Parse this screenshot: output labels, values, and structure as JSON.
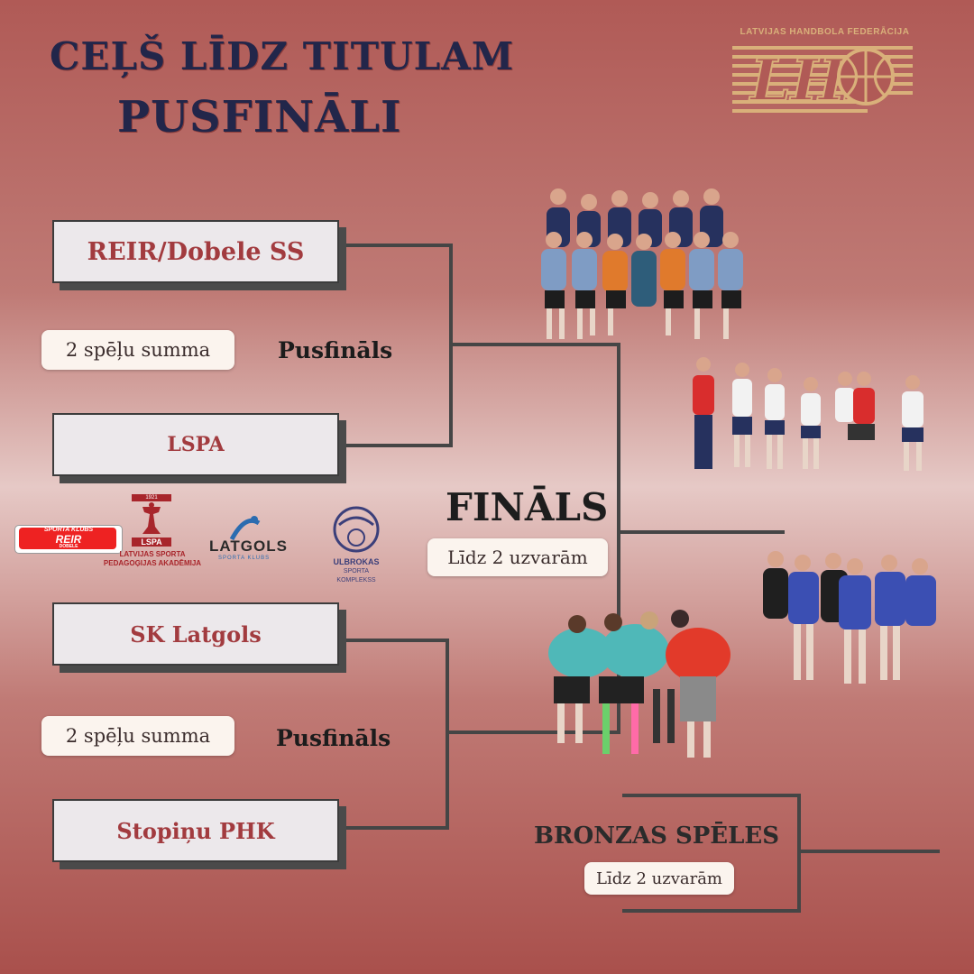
{
  "header": {
    "title_line1": "CEĻŠ LĪDZ TITULAM",
    "title_line2": "PUSFINĀLI"
  },
  "federation": {
    "name": "LATVIJAS HANDBOLA FEDERĀCIJA",
    "abbr": "LHF"
  },
  "semifinal_top": {
    "team_a": "REIR/Dobele SS",
    "team_b": "LSPA",
    "format": "2 spēļu summa",
    "stage": "Pusfināls"
  },
  "semifinal_bottom": {
    "team_a": "SK Latgols",
    "team_b": "Stopiņu PHK",
    "format": "2 spēļu summa",
    "stage": "Pusfināls"
  },
  "final": {
    "label": "FINĀLS",
    "format": "Līdz 2 uzvarām"
  },
  "bronze": {
    "label": "BRONZAS SPĒLES",
    "format": "Līdz 2 uzvarām"
  },
  "club_logos": {
    "reir_top": "SPORTA KLUBS",
    "reir_name": "REIR",
    "reir_sub": "DOBELE",
    "lspa_year": "1921",
    "lspa_abbr": "LSPA",
    "lspa_line1": "LATVIJAS SPORTA",
    "lspa_line2": "PEDAGOĢIJAS AKADĒMIJA",
    "latgols_name": "LATGOLS",
    "latgols_sub": "SPORTA KLUBS",
    "ulbrokas_line1": "ULBROKAS",
    "ulbrokas_line2": "SPORTA",
    "ulbrokas_line3": "KOMPLEKSS"
  },
  "colors": {
    "title": "#22264a",
    "team_text": "#a23b3f",
    "bracket_line": "#454545",
    "gold": "#d9b07a"
  }
}
